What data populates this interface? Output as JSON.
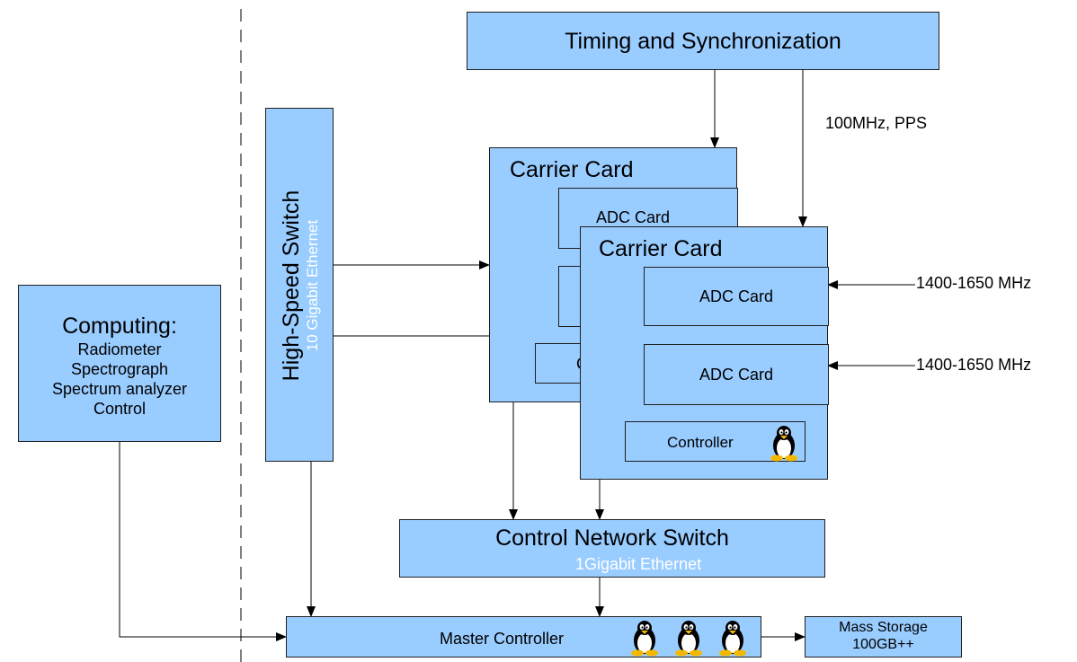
{
  "timing": {
    "title": "Timing and Synchronization"
  },
  "clock_label": "100MHz, PPS",
  "switch": {
    "title": "High-Speed Switch",
    "subtitle": "10 Gigabit Ethernet"
  },
  "computing": {
    "title": "Computing:",
    "lines": [
      "Radiometer",
      "Spectrograph",
      "Spectrum analyzer",
      "Control"
    ]
  },
  "carrier_back": {
    "title": "Carrier Card",
    "adc_label": "ADC Card",
    "ctrl_partial": "C"
  },
  "carrier_front": {
    "title": "Carrier Card",
    "adc1_label": "ADC Card",
    "adc2_label": "ADC Card",
    "controller_label": "Controller"
  },
  "input1_label": "1400-1650 MHz",
  "input2_label": "1400-1650 MHz",
  "control_switch": {
    "title": "Control Network Switch",
    "subtitle": "1Gigabit Ethernet"
  },
  "master": {
    "label": "Master Controller"
  },
  "storage": {
    "line1": "Mass Storage",
    "line2": "100GB++"
  },
  "colors": {
    "box_fill": "#99ccff",
    "box_border": "#1f1f1f",
    "subtitle_text": "#ffffff",
    "tux_body": "#000000",
    "tux_feet": "#f5b800"
  },
  "icons": {
    "os_logo": "tux-penguin-icon"
  }
}
